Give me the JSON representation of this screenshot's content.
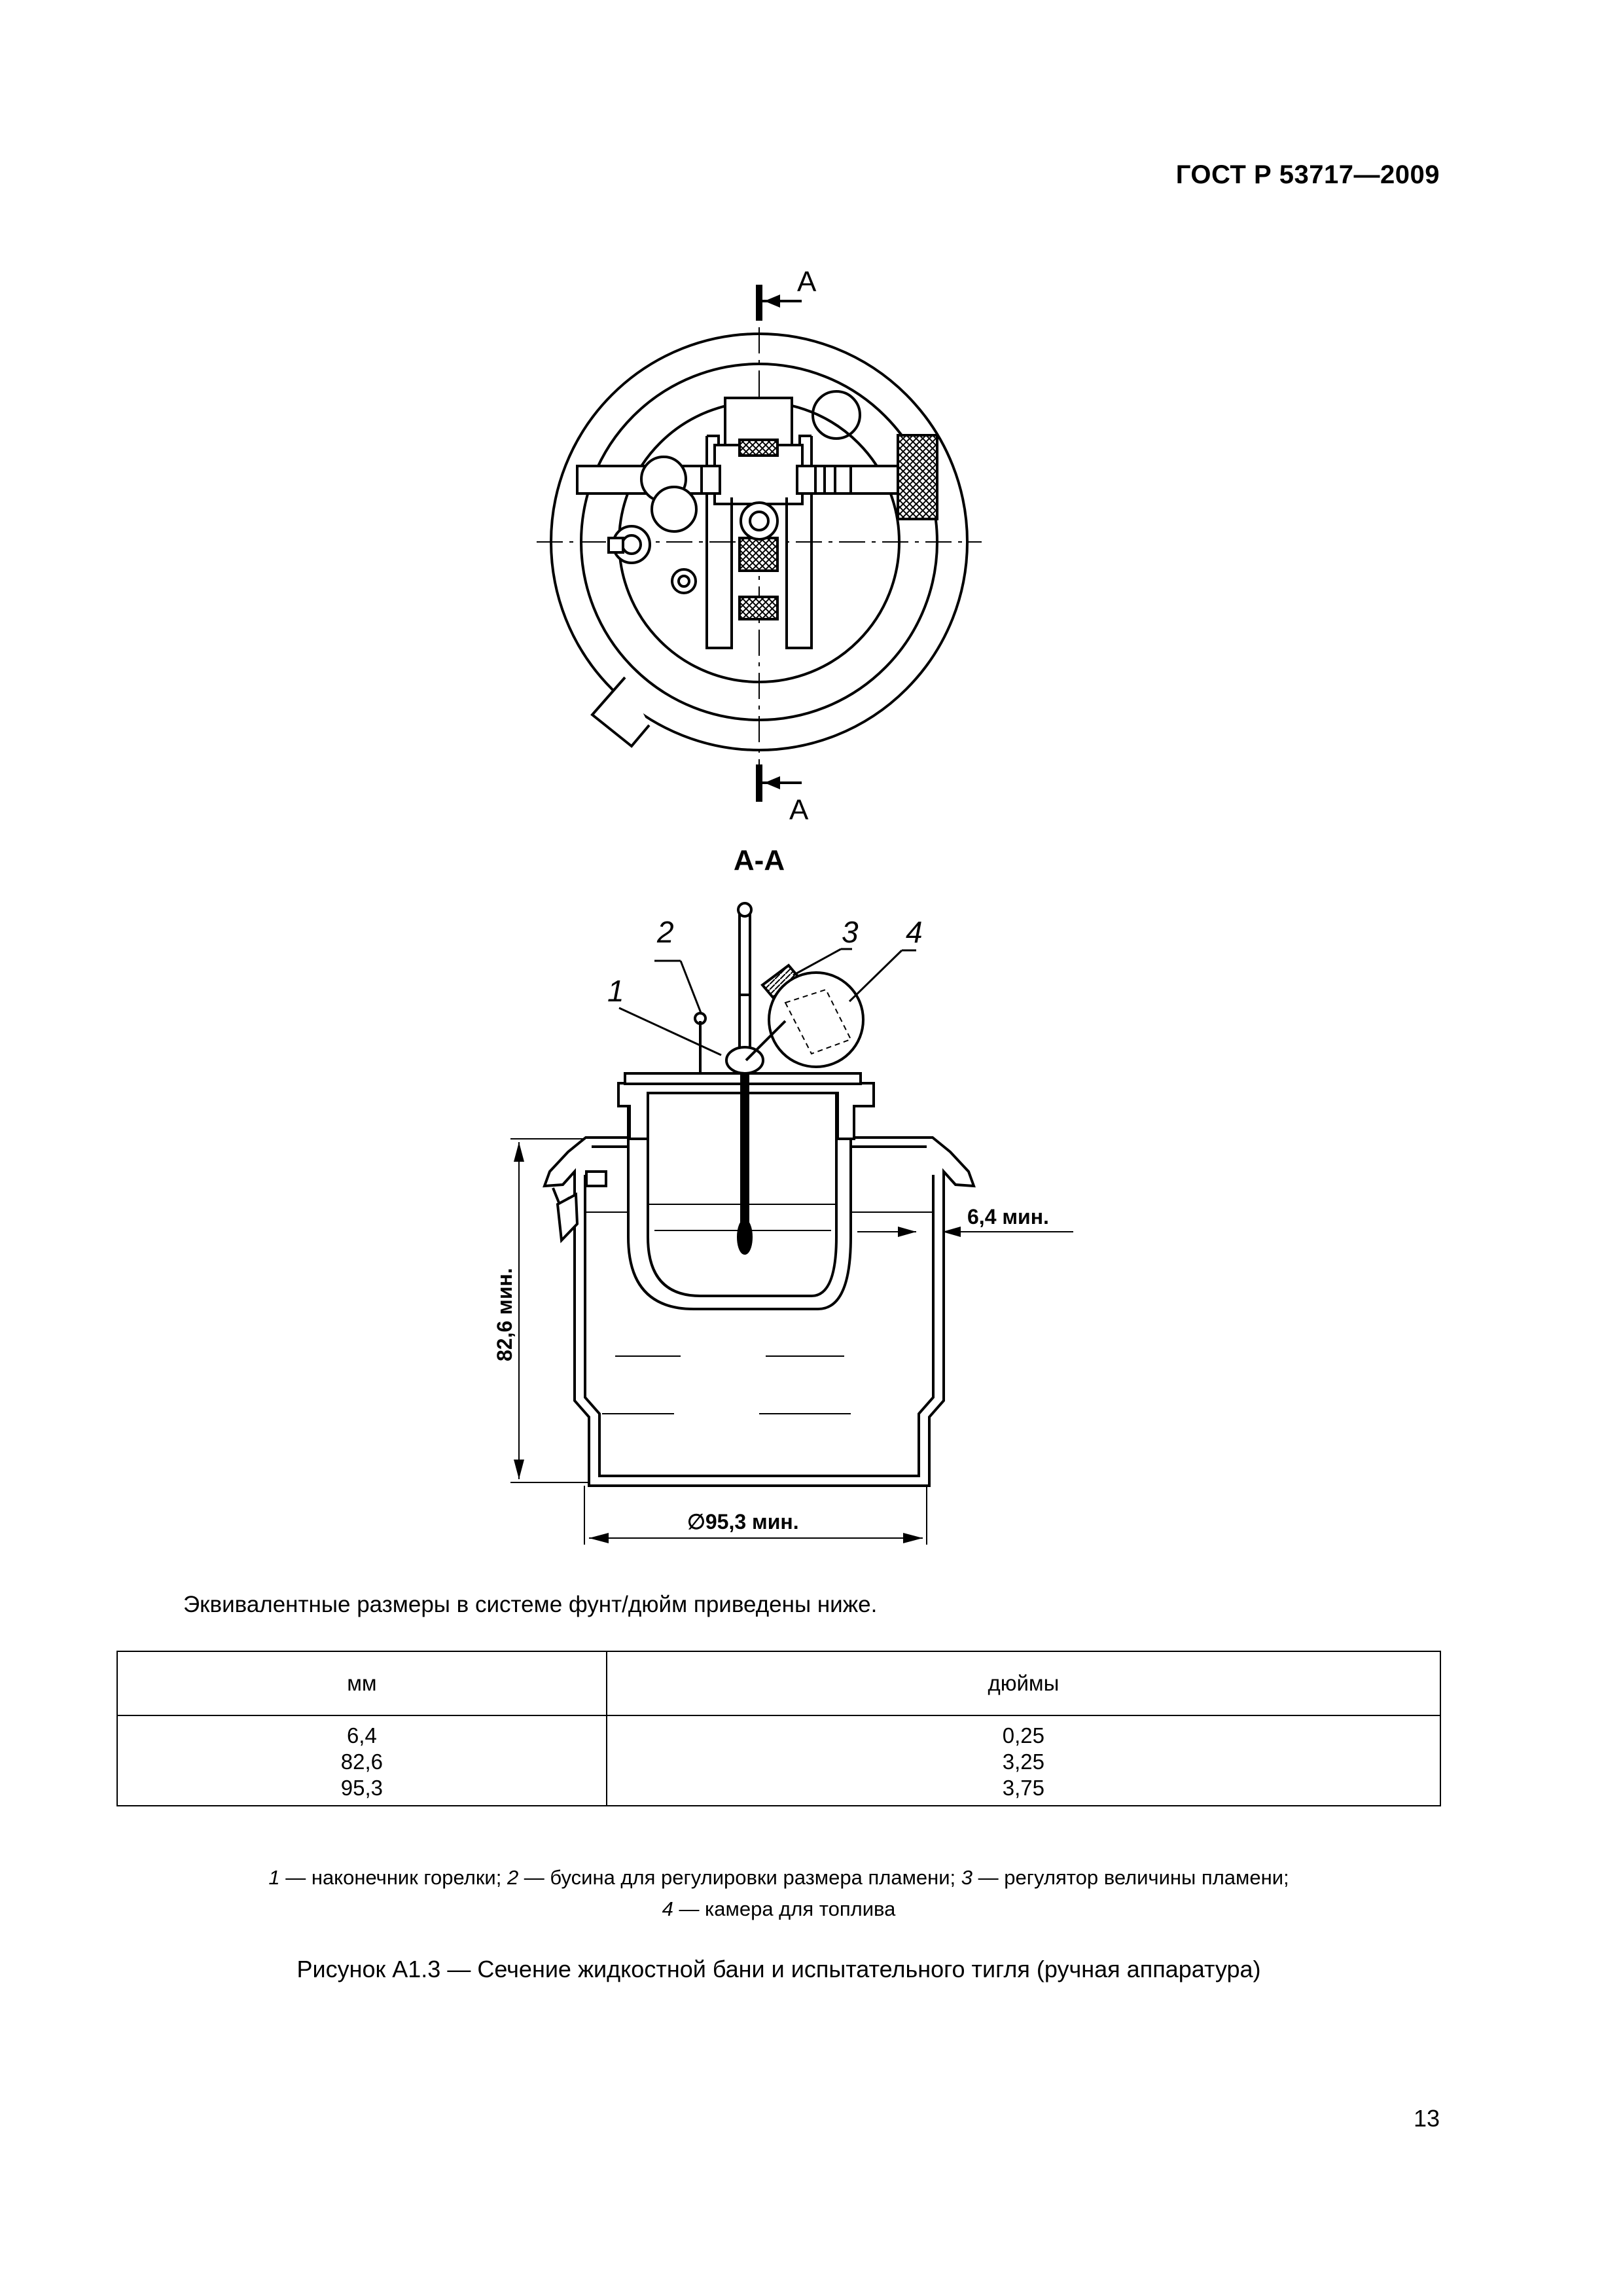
{
  "header": {
    "standard": "ГОСТ Р 53717—2009"
  },
  "figure": {
    "top_view": {
      "cut_label_top": "А",
      "cut_label_bottom": "А"
    },
    "section": {
      "title": "А-А",
      "callouts": [
        "1",
        "2",
        "3",
        "4"
      ],
      "dim_depth": "82,6 мин.",
      "dim_gap": "6,4 мин.",
      "dim_diameter": "∅95,3 мин."
    }
  },
  "intro": "Эквивалентные размеры в системе фунт/дюйм приведены ниже.",
  "table": {
    "headers": [
      "мм",
      "дюймы"
    ],
    "mm": [
      "6,4",
      "82,6",
      "95,3"
    ],
    "inches": [
      "0,25",
      "3,25",
      "3,75"
    ]
  },
  "legend": {
    "line1": [
      {
        "num": "1",
        "text": " — наконечник горелки; "
      },
      {
        "num": "2",
        "text": " — бусина для регулировки размера пламени; "
      },
      {
        "num": "3",
        "text": " — регулятор величины пламени;"
      }
    ],
    "line2": [
      {
        "num": "4",
        "text": " — камера для топлива"
      }
    ]
  },
  "caption": "Рисунок  А1.3 — Сечение жидкостной бани и испытательного тигля (ручная аппаратура)",
  "page_number": "13"
}
